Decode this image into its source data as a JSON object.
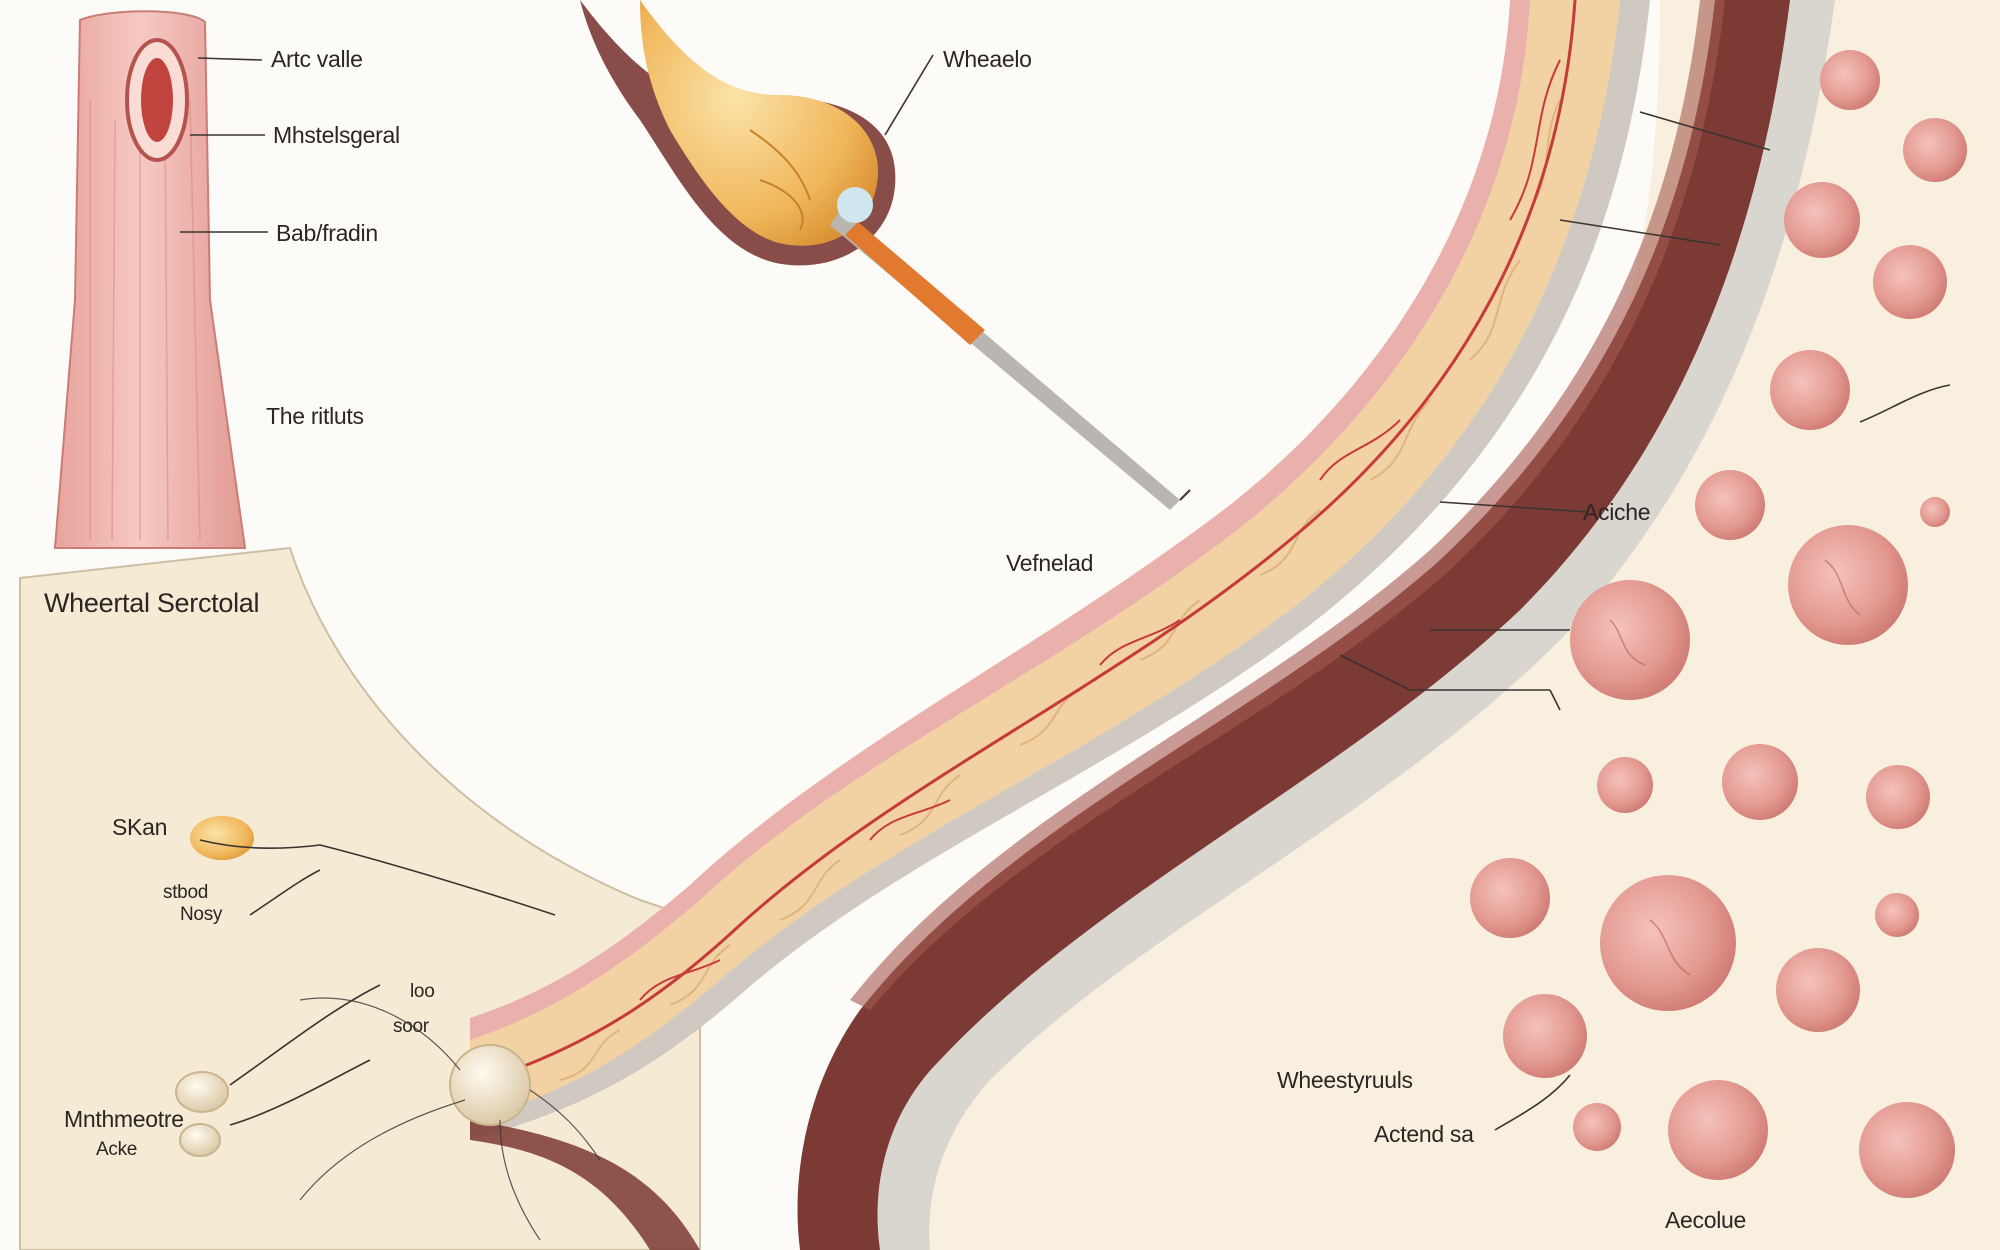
{
  "labels": {
    "aortic_valve": "Artc valle",
    "mhstelsgeral": "Mhstelsgeral",
    "babfradin": "Bab/fradin",
    "the_rituls": "The ritluts",
    "wheertal_serctolal": "Wheertal Serctolal",
    "skan": "SKan",
    "stbod": "stbod",
    "nosy": "Nosy",
    "loo": "loo",
    "soor": "soor",
    "mnthmeotre": "Mnthmeotre",
    "acke": "Acke",
    "wheaelo": "Wheaelo",
    "vefnelad": "Vefnelad",
    "aciche": "Aciche",
    "wheestyruuls": "Wheestyruuls",
    "actend_sa": "Actend sa",
    "aecolue": "Aecolue"
  },
  "colors": {
    "background": "#fdfbf8",
    "vessel_pink": "#eab0ab",
    "panel_cream": "#f5ead4",
    "fat_layer": "#f2d1a2",
    "muscle_maroon": "#7b3a34",
    "membrane_grey": "#d7d3cd",
    "cell_pink": "#d98a82",
    "artery_red": "#c63a3a",
    "label_text": "#2b2623",
    "leader_line": "#3a3330"
  }
}
